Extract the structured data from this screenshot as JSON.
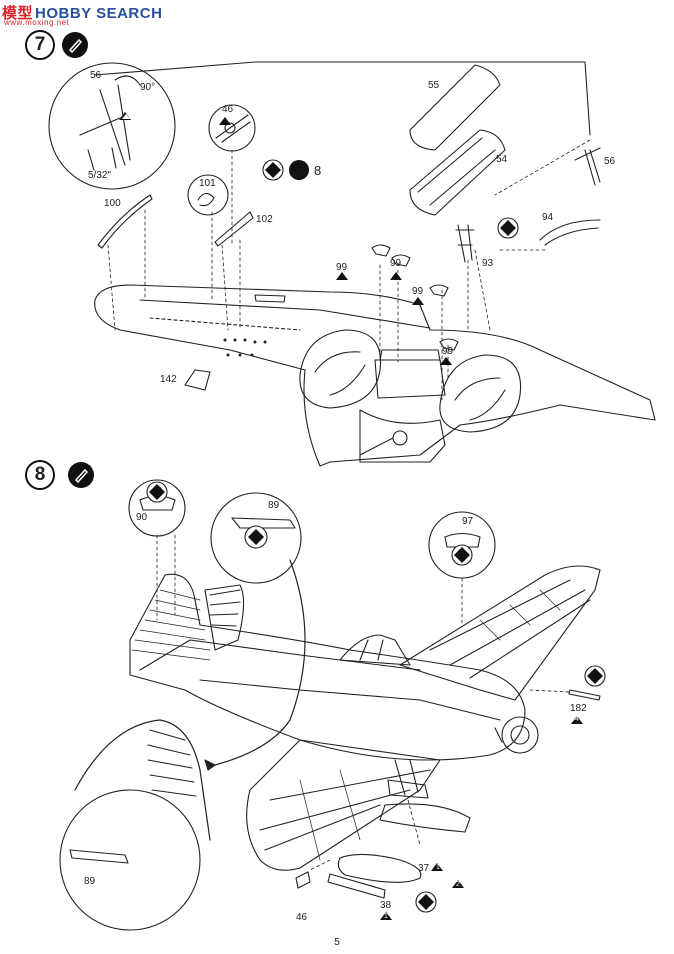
{
  "watermark": {
    "brand_cn": "模型",
    "brand_en": "HOBBY SEARCH",
    "url": "www.moxing.net"
  },
  "steps": [
    {
      "number": "7",
      "icon": "glue-pen-icon"
    },
    {
      "number": "8",
      "icon": "glue-pen-icon"
    }
  ],
  "step7": {
    "part_labels": {
      "p56a": "56",
      "p90deg": "90°",
      "p532": "5/32\"",
      "p46": "46",
      "p101": "101",
      "p100": "100",
      "p102": "102",
      "p55": "55",
      "p54": "54",
      "p56b": "56",
      "p94": "94",
      "p93": "93",
      "p99a": "99",
      "p99b": "99",
      "p99c": "99",
      "p99d": "99",
      "p142": "142",
      "qty8": "8"
    }
  },
  "step8": {
    "part_labels": {
      "p90": "90",
      "p89a": "89",
      "p97": "97",
      "p182": "182",
      "p89b": "89",
      "p37": "37",
      "p38": "38",
      "p46": "46"
    },
    "counts": {
      "p182": "4",
      "p37": "1",
      "p38": "1",
      "p37_pair": "2"
    }
  },
  "page_number": "5"
}
